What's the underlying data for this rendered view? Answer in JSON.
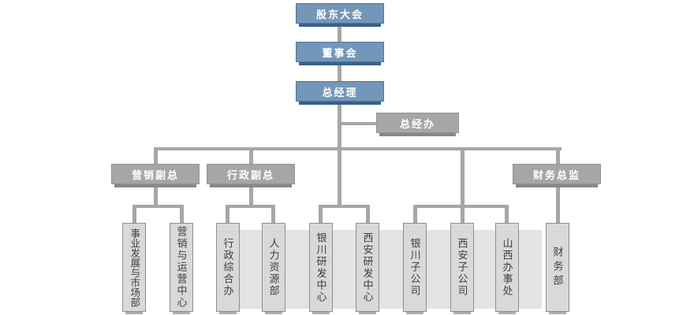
{
  "diagram": {
    "type": "org-chart",
    "nodes": {
      "shareholders": "股东大会",
      "board": "董事会",
      "general_manager": "总经理",
      "gm_office": "总经办",
      "vp_marketing": "营销副总",
      "vp_admin": "行政副总",
      "finance_director": "财务总监"
    },
    "departments": [
      "事业发展与市场部",
      "营销与运营中心",
      "行政综合办",
      "人力资源部",
      "银川研发中心",
      "西安研发中心",
      "银川子公司",
      "西安子公司",
      "山西办事处",
      "财务部"
    ],
    "hierarchy": [
      {
        "parent": "股东大会",
        "children": [
          "董事会"
        ]
      },
      {
        "parent": "董事会",
        "children": [
          "总经理"
        ]
      },
      {
        "parent": "总经理",
        "children": [
          "总经办",
          "营销副总",
          "行政副总",
          "银川研发中心",
          "西安研发中心",
          "银川子公司",
          "西安子公司",
          "山西办事处",
          "财务总监"
        ]
      },
      {
        "parent": "营销副总",
        "children": [
          "事业发展与市场部",
          "营销与运营中心"
        ]
      },
      {
        "parent": "行政副总",
        "children": [
          "行政综合办",
          "人力资源部"
        ]
      },
      {
        "parent": "财务总监",
        "children": [
          "财务部"
        ]
      }
    ],
    "colors": {
      "executive_fill": "#7496B8",
      "executive_border": "#4A779F",
      "executive_shadow": "#38618B",
      "manager_fill": "#A6A6A6",
      "manager_shadow": "#878787",
      "department_fill": "#D9D9D9",
      "department_border": "#8F8F8F",
      "connector": "#A6A6A6",
      "background_band": "#E3E3E3",
      "text_light": "#FFFFFF",
      "text_dark": "#3F3F3F"
    }
  }
}
